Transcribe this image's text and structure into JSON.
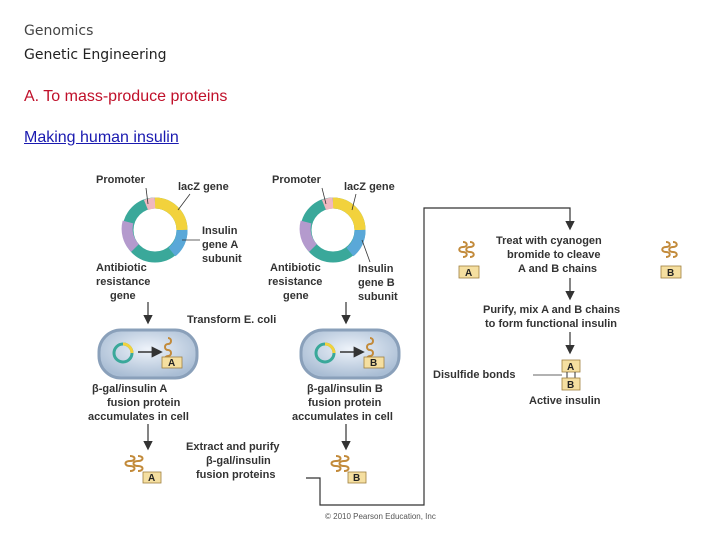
{
  "header": {
    "line1": "Genomics",
    "line2": "Genetic Engineering",
    "section": "A.  To mass-produce proteins",
    "subtitle": "Making human insulin"
  },
  "diagram": {
    "promoter_label": "Promoter",
    "lacz_label": "lacZ gene",
    "insulin_a_label": [
      "Insulin",
      "gene A",
      "subunit"
    ],
    "insulin_b_label": [
      "Insulin",
      "gene B",
      "subunit"
    ],
    "antibiotic_label": [
      "Antibiotic",
      "resistance",
      "gene"
    ],
    "transform_label": "Transform E. coli",
    "fusion_a_label": [
      "β-gal/insulin A",
      "fusion protein",
      "accumulates in cell"
    ],
    "fusion_b_label": [
      "β-gal/insulin B",
      "fusion protein",
      "accumulates in cell"
    ],
    "extract_label": [
      "Extract and purify",
      "β-gal/insulin",
      "fusion proteins"
    ],
    "treat_label": [
      "Treat with cyanogen",
      "bromide to cleave",
      "A and B chains"
    ],
    "purify_label": [
      "Purify, mix A and B chains",
      "to form functional insulin"
    ],
    "disulfide_label": "Disulfide bonds",
    "active_label": "Active insulin",
    "tag_a": "A",
    "tag_b": "B",
    "copyright": "© 2010 Pearson Education, Inc"
  },
  "colors": {
    "section": "#c0102a",
    "subtitle": "#1a1ab0",
    "lacz": "#f2d23c",
    "insulin": "#5aa8d8",
    "antibiotic": "#b49acd",
    "promoter": "#f0b8c0",
    "plasmid_teal": "#3aa89a",
    "cell_fill": "#c9d6e6",
    "tag_fill": "#f5dfa0"
  }
}
